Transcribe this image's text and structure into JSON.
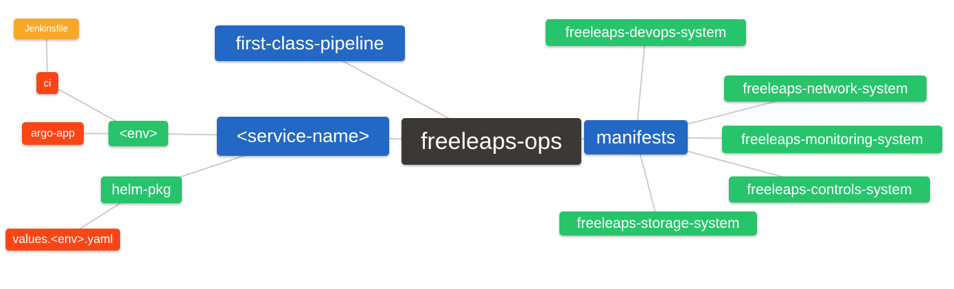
{
  "diagram": {
    "type": "mindmap",
    "root_label": "freeleaps-ops",
    "colors": {
      "root_bg": "#3B3835",
      "branch_bg": "#2268C4",
      "green_bg": "#27C46B",
      "red_bg": "#FA4616",
      "orange_bg": "#F8A829",
      "text": "#FFFFFF",
      "edge": "#CCCCCC",
      "background": "#FFFFFF"
    },
    "nodes": [
      {
        "id": "freeleaps-ops",
        "label": "freeleaps-ops",
        "role": "root"
      },
      {
        "id": "first-class-pipeline",
        "label": "first-class-pipeline",
        "role": "branch"
      },
      {
        "id": "service-name",
        "label": "<service-name>",
        "role": "branch"
      },
      {
        "id": "manifests",
        "label": "manifests",
        "role": "branch"
      },
      {
        "id": "env",
        "label": "<env>",
        "role": "green"
      },
      {
        "id": "helm-pkg",
        "label": "helm-pkg",
        "role": "green"
      },
      {
        "id": "ci",
        "label": "ci",
        "role": "red"
      },
      {
        "id": "argo-app",
        "label": "argo-app",
        "role": "red"
      },
      {
        "id": "values-env-yaml",
        "label": "values.<env>.yaml",
        "role": "red"
      },
      {
        "id": "jenkinsfile",
        "label": "Jenkinsfile",
        "role": "orange"
      },
      {
        "id": "devops-system",
        "label": "freeleaps-devops-system",
        "role": "green"
      },
      {
        "id": "network-system",
        "label": "freeleaps-network-system",
        "role": "green"
      },
      {
        "id": "monitoring-system",
        "label": "freeleaps-monitoring-system",
        "role": "green"
      },
      {
        "id": "controls-system",
        "label": "freeleaps-controls-system",
        "role": "green"
      },
      {
        "id": "storage-system",
        "label": "freeleaps-storage-system",
        "role": "green"
      }
    ],
    "edges": [
      {
        "from": "jenkinsfile",
        "to": "ci"
      },
      {
        "from": "ci",
        "to": "env"
      },
      {
        "from": "argo-app",
        "to": "env"
      },
      {
        "from": "env",
        "to": "service-name"
      },
      {
        "from": "helm-pkg",
        "to": "service-name"
      },
      {
        "from": "values-env-yaml",
        "to": "helm-pkg"
      },
      {
        "from": "first-class-pipeline",
        "to": "freeleaps-ops"
      },
      {
        "from": "service-name",
        "to": "freeleaps-ops"
      },
      {
        "from": "freeleaps-ops",
        "to": "manifests"
      },
      {
        "from": "manifests",
        "to": "devops-system"
      },
      {
        "from": "manifests",
        "to": "network-system"
      },
      {
        "from": "manifests",
        "to": "monitoring-system"
      },
      {
        "from": "manifests",
        "to": "controls-system"
      },
      {
        "from": "manifests",
        "to": "storage-system"
      }
    ]
  }
}
